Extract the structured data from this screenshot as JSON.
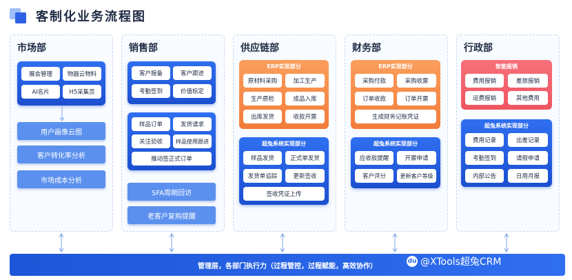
{
  "title": "客制化业务流程图",
  "columns": {
    "market": {
      "title": "市场部",
      "items": [
        "展会管理",
        "物器云物料",
        "AI名片",
        "H5采集页"
      ],
      "flows": [
        "用户画像云图",
        "客户转化率分析",
        "市场成本分析"
      ]
    },
    "sales": {
      "title": "销售部",
      "top": [
        "客户报备",
        "客户跟进",
        "考勤签到",
        "价值标定"
      ],
      "mid": [
        "样品订单",
        "发货请求",
        "关注验收",
        "样品使用跟进"
      ],
      "mid_wide": "推动签正式订单",
      "flows": [
        "SFA周期回访",
        "老客户复购提醒"
      ]
    },
    "supply": {
      "title": "供应链部",
      "erp_title": "ERP实现部分",
      "erp": [
        "原材料采购",
        "加工生产",
        "生产质检",
        "成品入库",
        "出库发货",
        "收款开票"
      ],
      "crm_title": "超兔系统实现部分",
      "crm": [
        "样品发货",
        "正式单发货",
        "发货单追踪",
        "更新签收"
      ],
      "crm_wide": "签收凭证上传"
    },
    "finance": {
      "title": "财务部",
      "erp_title": "ERP实现部分",
      "erp": [
        "采购付款",
        "采购收票",
        "订单收款",
        "订单开票"
      ],
      "erp_wide": "生成财务记账凭证",
      "crm_title": "超兔系统实现部分",
      "crm": [
        "应收款提醒",
        "开票申请",
        "客户评分",
        "更新客户等级"
      ]
    },
    "admin": {
      "title": "行政部",
      "red_title": "智能报销",
      "red": [
        "费用报销",
        "差旅报销",
        "运费报销",
        "其他费用"
      ],
      "crm_title": "超兔系统实现部分",
      "crm": [
        "费用记录",
        "出差记录",
        "考勤签到",
        "请假申请",
        "内部公告",
        "日用月报"
      ]
    }
  },
  "bottom_bar": "管理层，各部门执行力（过程管控，过程赋能，高效协作）",
  "watermark": "@XTools超兔CRM",
  "colors": {
    "primary": "#2f6ff0",
    "accent": "#f27c3a",
    "red": "#ee5560",
    "flow": "#5b90ee"
  }
}
